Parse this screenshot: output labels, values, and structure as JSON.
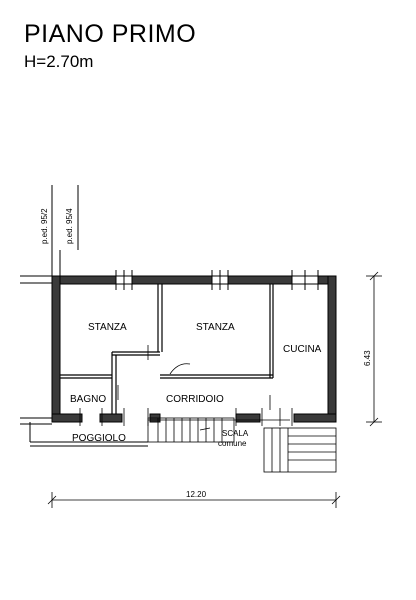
{
  "header": {
    "title": "PIANO PRIMO",
    "height_label": "H=2.70m"
  },
  "parcels": [
    "p.ed. 95/2",
    "p.ed. 95/4"
  ],
  "rooms": {
    "stanza_left": "STANZA",
    "stanza_center": "STANZA",
    "cucina": "CUCINA",
    "bagno": "BAGNO",
    "corridoio": "CORRIDOIO",
    "poggiolo": "POGGIOLO",
    "scala": "SCALA",
    "comune": "comune"
  },
  "dimensions": {
    "width": "12.20",
    "depth": "6.43"
  },
  "colors": {
    "wall": "#3a3a3a",
    "line": "#000000"
  }
}
